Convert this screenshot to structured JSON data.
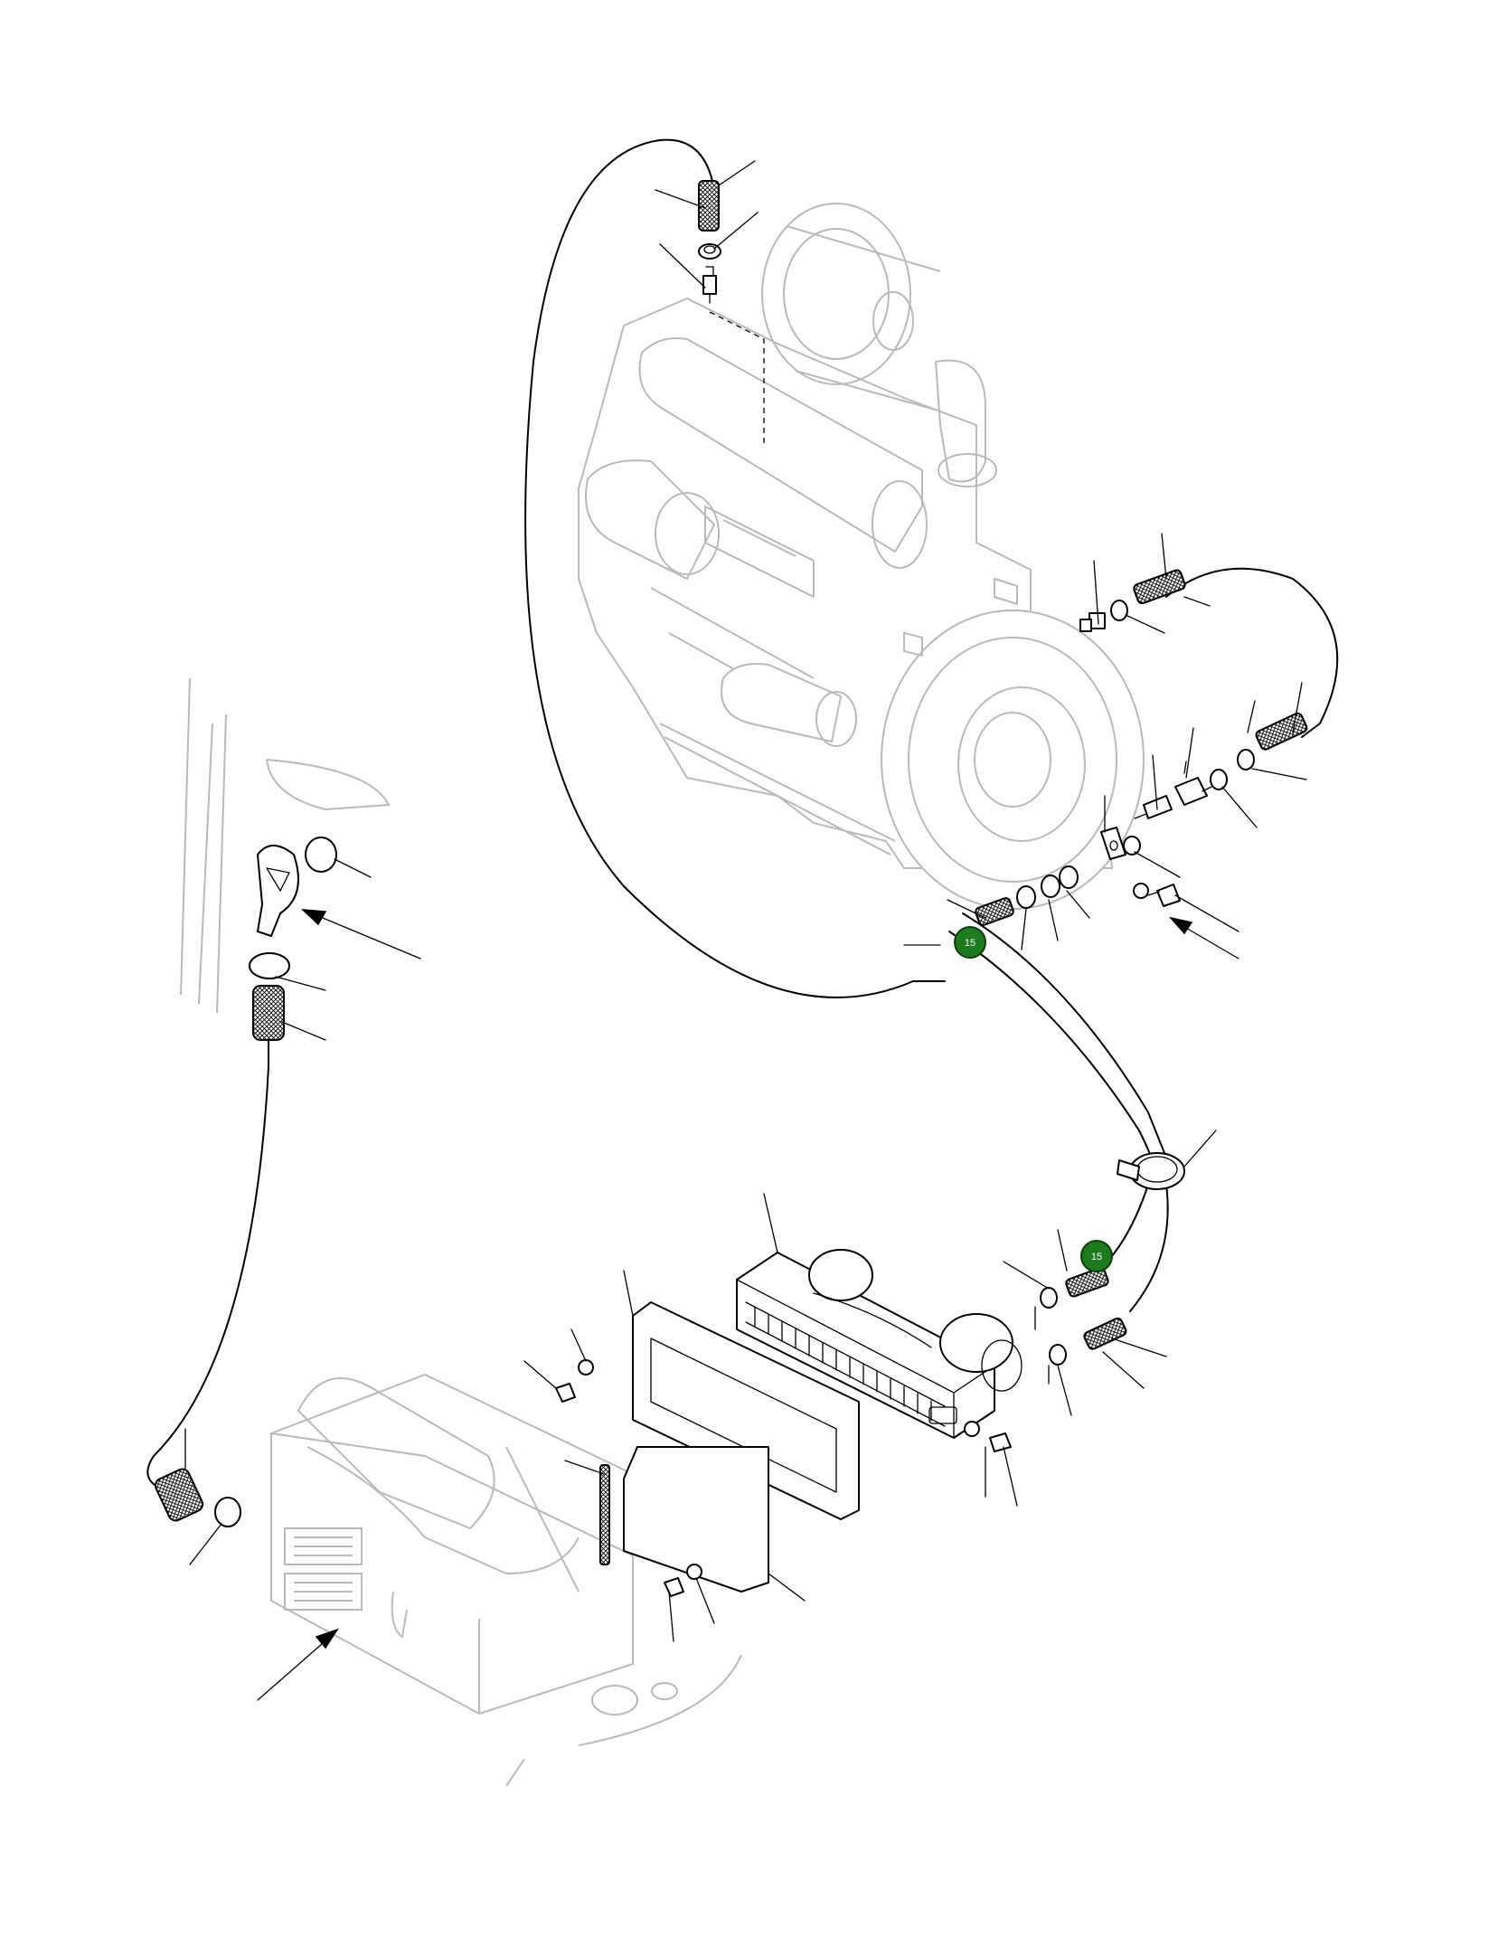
{
  "diagram": {
    "type": "exploded-parts-view",
    "callouts": [
      {
        "label": "15"
      },
      {
        "label": "15"
      }
    ],
    "colors": {
      "callout_fill": "#1d7a1d",
      "line": "#000000",
      "ghost_line": "#b9b9b9",
      "background": "#ffffff"
    }
  }
}
